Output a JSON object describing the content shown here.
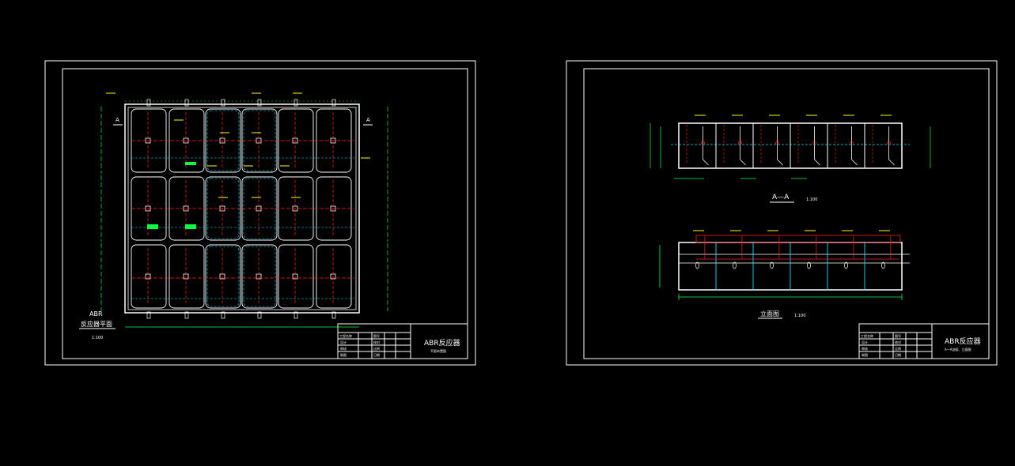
{
  "colors": {
    "background": "#000000",
    "frame": "#ffffff",
    "wall": "#ffffff",
    "pipe_red": "#ff2020",
    "pipe_cyan": "#00e5ff",
    "dim_green": "#00ff40",
    "label_yellow": "#ffff00",
    "fill_green": "#00ff40"
  },
  "sheet_left": {
    "plan_title_line1": "ABR",
    "plan_title_line2": "反应器平面",
    "plan_scale": "1:100",
    "section_mark": "A",
    "title_block": {
      "name": "ABR反应器",
      "subtitle": "平面布置图",
      "cells": [
        "工程名称",
        "设计",
        "审核",
        "图号",
        "校对",
        "比例",
        "制图",
        "日期"
      ]
    }
  },
  "sheet_right": {
    "section_title": "A—A",
    "section_scale": "1:100",
    "elevation_title": "立面图",
    "elevation_scale": "1:100",
    "title_block": {
      "name": "ABR反应器",
      "subtitle": "A—A剖面、立面图",
      "cells": [
        "工程名称",
        "设计",
        "审核",
        "图号",
        "校对",
        "比例",
        "制图",
        "日期"
      ]
    }
  }
}
